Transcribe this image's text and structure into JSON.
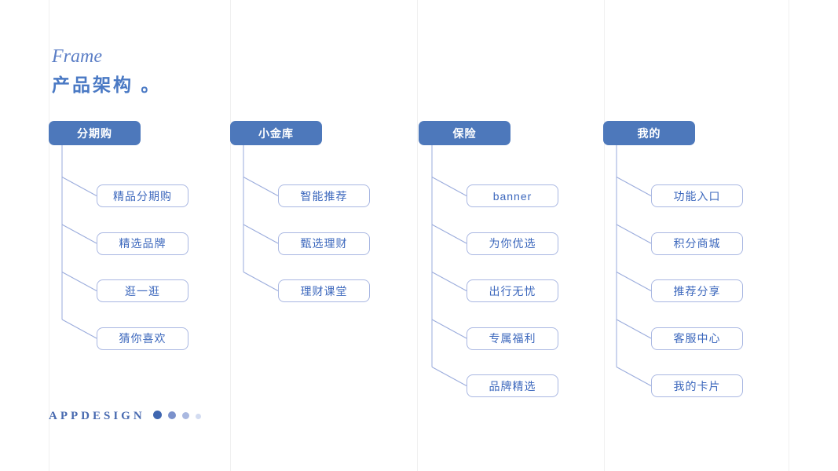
{
  "title": {
    "eyebrow": "Frame",
    "heading": "产品架构 。"
  },
  "footer": {
    "brand": "APPDESIGN",
    "dots": [
      "dot-1",
      "dot-2",
      "dot-3",
      "dot-4"
    ]
  },
  "colors": {
    "header_fill": "#4d78bb",
    "header_text": "#ffffff",
    "child_border": "#a9b7e2",
    "child_text": "#3d68bd",
    "connector": "#9aabdc",
    "title_text": "#4a79c4",
    "eyebrow_text": "#5b7ec6",
    "brand_text": "#486ab0",
    "guide_line": "#f0f0f0",
    "dot_colors": [
      "#3f66b0",
      "#7b91cb",
      "#a9b8e0",
      "#d3dcf1"
    ]
  },
  "diagram": {
    "branches": [
      {
        "label": "分期购",
        "children": [
          "精品分期购",
          "精选品牌",
          "逛一逛",
          "猜你喜欢"
        ]
      },
      {
        "label": "小金库",
        "children": [
          "智能推荐",
          "甄选理财",
          "理财课堂"
        ]
      },
      {
        "label": "保险",
        "children": [
          "banner",
          "为你优选",
          "出行无忧",
          "专属福利",
          "品牌精选"
        ]
      },
      {
        "label": "我的",
        "children": [
          "功能入口",
          "积分商城",
          "推荐分享",
          "客服中心",
          "我的卡片"
        ]
      }
    ]
  }
}
